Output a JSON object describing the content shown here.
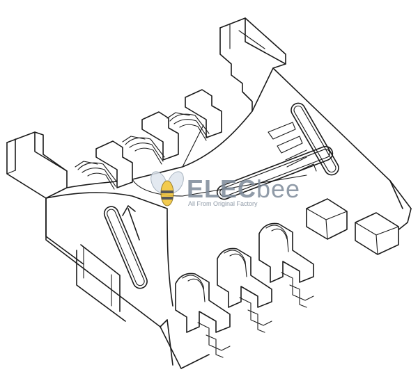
{
  "watermark": {
    "brand_prefix": "ELEC",
    "brand_suffix": "bee",
    "tagline": "All From Original Factory",
    "colors": {
      "brand": "#7d8a99",
      "bee_body": "#f2c230",
      "bee_stripe": "#3a3a3a"
    }
  },
  "drawing": {
    "subject": "push-pull SIM card connector (line art)",
    "stroke_color": "#1a1a1a",
    "background": "#ffffff"
  }
}
